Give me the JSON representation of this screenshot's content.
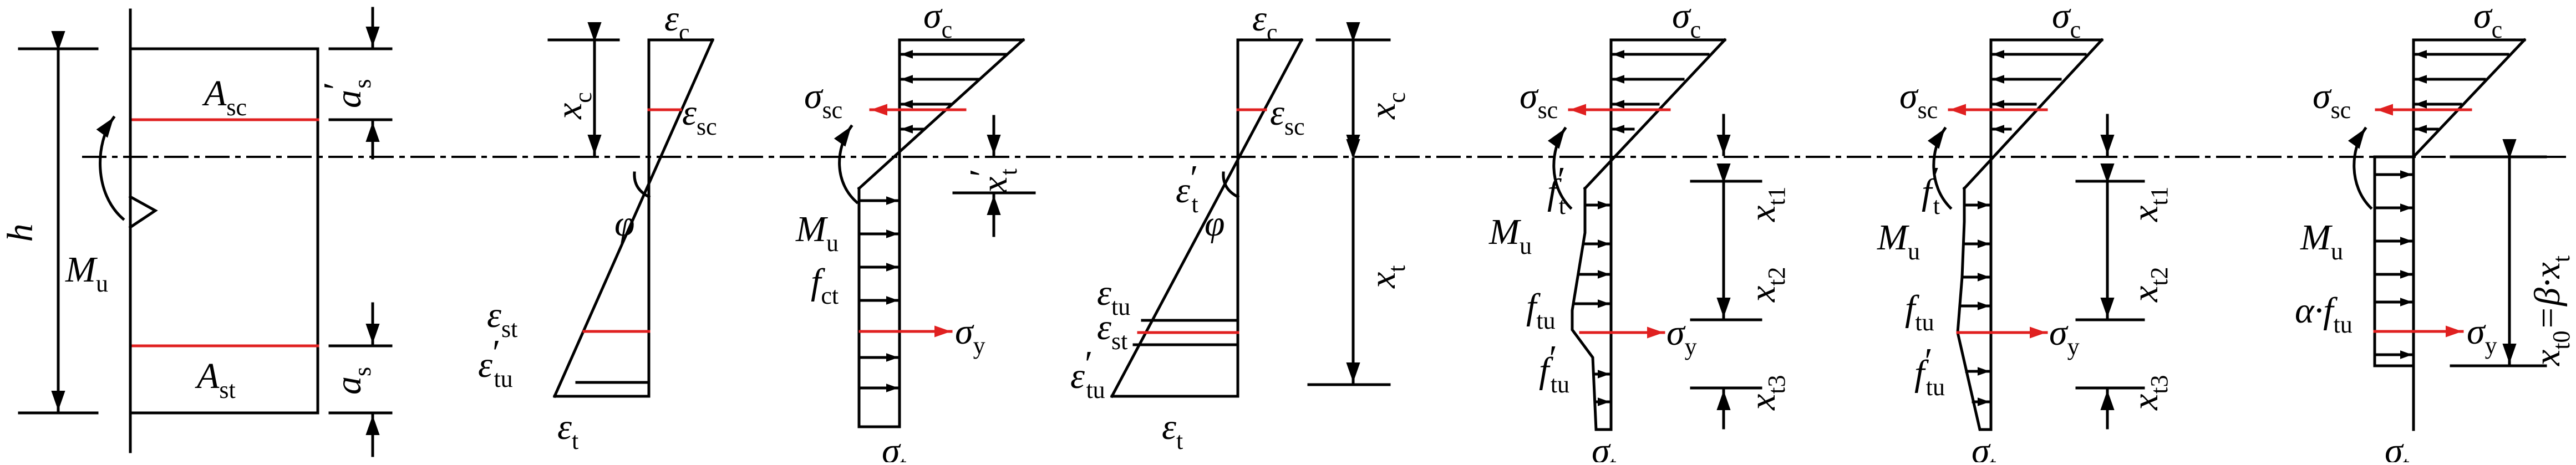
{
  "colors": {
    "line": "#000000",
    "rebar": "#e02020",
    "background": "#ffffff"
  },
  "section": {
    "h": "h",
    "Mu": {
      "main": "M",
      "sub": "u"
    },
    "Asc": {
      "main": "A",
      "sub": "sc"
    },
    "Ast": {
      "main": "A",
      "sub": "st"
    },
    "as_top": {
      "main": "a",
      "sub": "s",
      "prime": "′"
    },
    "as_bot": {
      "main": "a",
      "sub": "s"
    }
  },
  "strain": {
    "eps_c": {
      "main": "ε",
      "sub": "c"
    },
    "eps_sc": {
      "main": "ε",
      "sub": "sc"
    },
    "eps_st": {
      "main": "ε",
      "sub": "st"
    },
    "eps_tu_prime": {
      "main": "ε",
      "sub": "tu",
      "prime": "′"
    },
    "eps_t": {
      "main": "ε",
      "sub": "t"
    },
    "xc": {
      "main": "x",
      "sub": "c"
    },
    "phi": "φ"
  },
  "stress1": {
    "sigma_c": {
      "main": "σ",
      "sub": "c"
    },
    "sigma_sc": {
      "main": "σ",
      "sub": "sc"
    },
    "Mu": {
      "main": "M",
      "sub": "u"
    },
    "fct": {
      "main": "f",
      "sub": "ct"
    },
    "sigma_y": {
      "main": "σ",
      "sub": "y"
    },
    "sigma_t": {
      "main": "σ",
      "sub": "t"
    },
    "xt_prime": {
      "main": "x",
      "sub": "t",
      "prime": "′"
    }
  },
  "strain2": {
    "eps_c": {
      "main": "ε",
      "sub": "c"
    },
    "eps_sc": {
      "main": "ε",
      "sub": "sc"
    },
    "eps_t_prime": {
      "main": "ε",
      "sub": "t",
      "prime": "′"
    },
    "phi": "φ",
    "eps_tu": {
      "main": "ε",
      "sub": "tu"
    },
    "eps_st": {
      "main": "ε",
      "sub": "st"
    },
    "eps_tu_prime": {
      "main": "ε",
      "sub": "tu",
      "prime": "′"
    },
    "eps_t": {
      "main": "ε",
      "sub": "t"
    },
    "xc": {
      "main": "x",
      "sub": "c"
    },
    "xt": {
      "main": "x",
      "sub": "t"
    }
  },
  "stress2": {
    "sigma_c": {
      "main": "σ",
      "sub": "c"
    },
    "sigma_sc": {
      "main": "σ",
      "sub": "sc"
    },
    "ft_prime": {
      "main": "f",
      "sub": "t",
      "prime": "′"
    },
    "Mu": {
      "main": "M",
      "sub": "u"
    },
    "ftu": {
      "main": "f",
      "sub": "tu"
    },
    "sigma_y": {
      "main": "σ",
      "sub": "y"
    },
    "ftu_prime": {
      "main": "f",
      "sub": "tu",
      "prime": "′"
    },
    "sigma_t": {
      "main": "σ",
      "sub": "t"
    },
    "xt1": {
      "main": "x",
      "sub": "t1"
    },
    "xt2": {
      "main": "x",
      "sub": "t2"
    },
    "xt3": {
      "main": "x",
      "sub": "t3"
    }
  },
  "stress3": {
    "sigma_c": {
      "main": "σ",
      "sub": "c"
    },
    "sigma_sc": {
      "main": "σ",
      "sub": "sc"
    },
    "ft_prime": {
      "main": "f",
      "sub": "t",
      "prime": "′"
    },
    "Mu": {
      "main": "M",
      "sub": "u"
    },
    "ftu": {
      "main": "f",
      "sub": "tu"
    },
    "sigma_y": {
      "main": "σ",
      "sub": "y"
    },
    "ftu_prime": {
      "main": "f",
      "sub": "tu",
      "prime": "′"
    },
    "sigma_t": {
      "main": "σ",
      "sub": "t"
    },
    "xt1": {
      "main": "x",
      "sub": "t1"
    },
    "xt2": {
      "main": "x",
      "sub": "t2"
    },
    "xt3": {
      "main": "x",
      "sub": "t3"
    }
  },
  "stress4": {
    "sigma_c": {
      "main": "σ",
      "sub": "c"
    },
    "sigma_sc": {
      "main": "σ",
      "sub": "sc"
    },
    "Mu": {
      "main": "M",
      "sub": "u"
    },
    "alpha_ftu": {
      "a": "α·",
      "main": "f",
      "sub": "tu"
    },
    "sigma_y": {
      "main": "σ",
      "sub": "y"
    },
    "sigma_t": {
      "main": "σ",
      "sub": "t"
    },
    "xt0": {
      "main": "x",
      "sub": "t0",
      "rest": "=β·x",
      "sub2": "t"
    }
  }
}
